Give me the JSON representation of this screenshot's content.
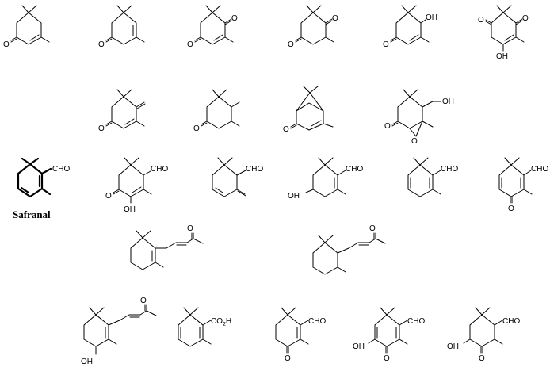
{
  "labels": {
    "oxo": "O",
    "hydroxyl": "OH",
    "formyl": "CHO",
    "carboxyl_main": "CO",
    "carboxyl_sub": "2",
    "carboxyl_tail": "H"
  },
  "highlight": {
    "name": "Safranal"
  }
}
